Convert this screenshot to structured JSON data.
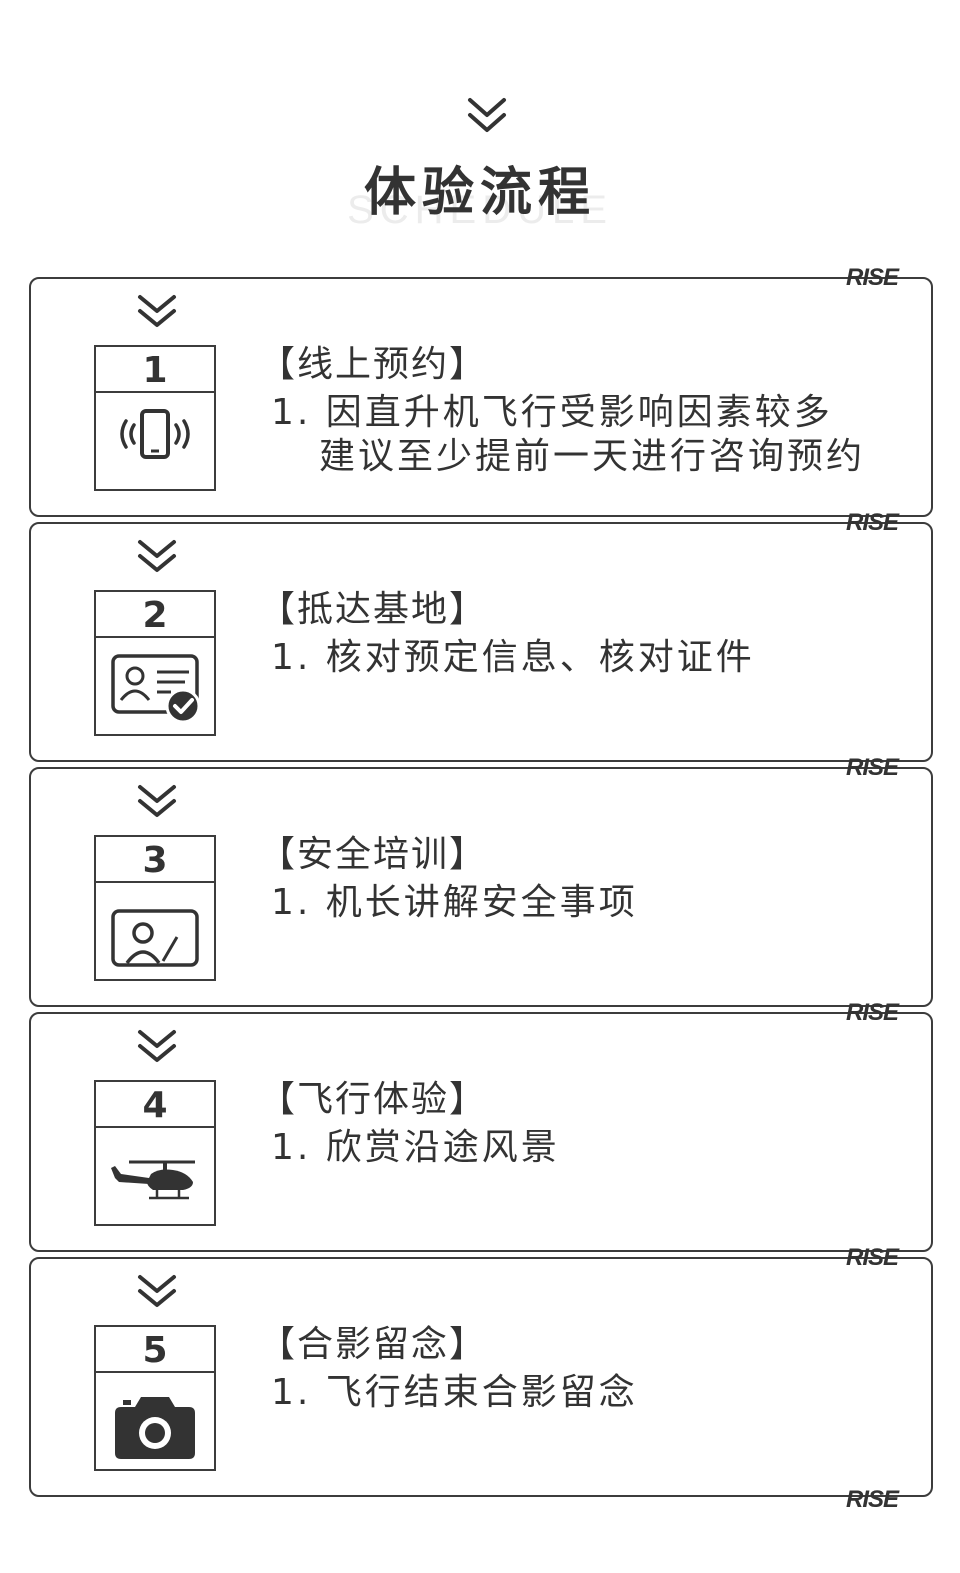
{
  "header": {
    "title": "体验流程",
    "subtitle": "SCHEDULE"
  },
  "brand_mark": "RISE",
  "steps": [
    {
      "number": "1",
      "icon": "vibrating-phone-icon",
      "title": "【线上预约】",
      "lines": [
        "1. 因直升机飞行受影响因素较多",
        "建议至少提前一天进行咨询预约"
      ]
    },
    {
      "number": "2",
      "icon": "id-card-check-icon",
      "title": "【抵达基地】",
      "lines": [
        "1. 核对预定信息、核对证件"
      ]
    },
    {
      "number": "3",
      "icon": "instructor-board-icon",
      "title": "【安全培训】",
      "lines": [
        "1. 机长讲解安全事项"
      ]
    },
    {
      "number": "4",
      "icon": "helicopter-icon",
      "title": "【飞行体验】",
      "lines": [
        "1. 欣赏沿途风景"
      ]
    },
    {
      "number": "5",
      "icon": "camera-icon",
      "title": "【合影留念】",
      "lines": [
        "1. 飞行结束合影留念"
      ]
    }
  ]
}
